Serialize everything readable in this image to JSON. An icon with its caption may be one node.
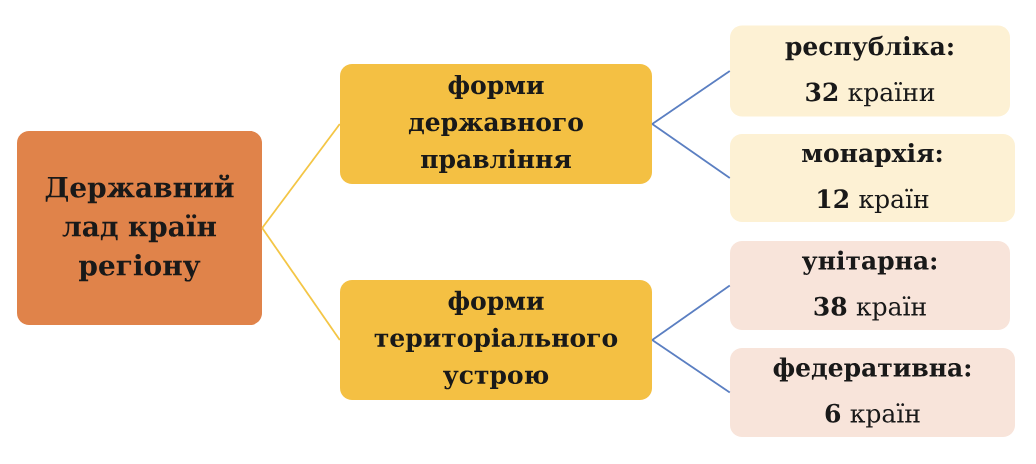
{
  "diagram": {
    "nodes": [
      {
        "text": [
          "Державний лад країн регіону"
        ]
      },
      {
        "text": [
          "форми державного правління"
        ]
      },
      {
        "text": [
          "форми територіального устрою"
        ]
      },
      {
        "text": [
          "республіка:",
          "**32** країни"
        ]
      },
      {
        "text": [
          "монархія:",
          "**12** країн"
        ]
      },
      {
        "text": [
          "унітарна:",
          "**38** країн"
        ]
      },
      {
        "text": [
          "федеративна:",
          "**6** країн"
        ]
      }
    ],
    "edges": [
      {
        "from": 0,
        "to": 1,
        "arrow": "none",
        "color": "#f4c646"
      },
      {
        "from": 0,
        "to": 2,
        "arrow": "none",
        "color": "#f4c646"
      },
      {
        "from": 1,
        "to": 3,
        "arrow": "none"
      },
      {
        "from": 1,
        "to": 4,
        "arrow": "none"
      },
      {
        "from": 2,
        "to": 5,
        "arrow": "none"
      },
      {
        "from": 2,
        "to": 6,
        "arrow": "none"
      }
    ]
  }
}
